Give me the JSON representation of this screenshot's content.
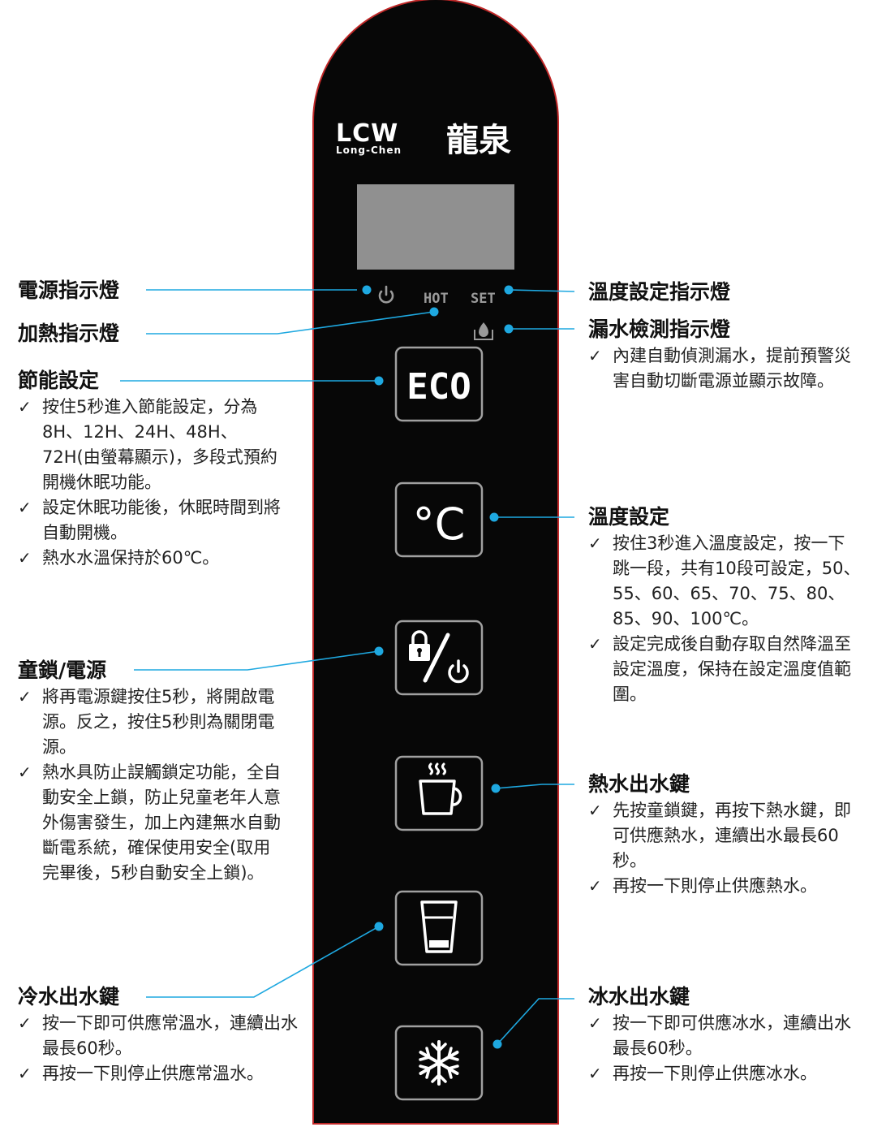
{
  "panel": {
    "brand_logo_text": "LCW",
    "brand_sub": "Long-Chen",
    "brand_cn": "龍泉",
    "indicator_hot": "HOT",
    "indicator_set": "SET",
    "eco_label": "ECO",
    "temp_label": "°C"
  },
  "colors": {
    "panel_bg": "#070707",
    "panel_border": "#c02828",
    "display": "#909090",
    "leader_line": "#1ea8e0",
    "logo_red": "#d7161e",
    "icon_color": "#e8e8e8",
    "indicator_gray": "#9a9a9a"
  },
  "icons": {
    "power": "power-icon",
    "leak": "water-drop-tray-icon",
    "lock_power": "lock-power-icon",
    "hot_cup": "steaming-cup-icon",
    "glass": "water-glass-icon",
    "ice": "snowflake-icon"
  },
  "callouts": {
    "power": {
      "title": "電源指示燈"
    },
    "heat": {
      "title": "加熱指示燈"
    },
    "eco": {
      "title": "節能設定",
      "items": [
        "按住5秒進入節能設定，分為8H、12H、24H、48H、72H(由螢幕顯示)，多段式預約開機休眠功能。",
        "設定休眠功能後，休眠時間到將自動開機。",
        "熱水水溫保持於60℃。"
      ]
    },
    "lock": {
      "title": "童鎖/電源",
      "items": [
        "將再電源鍵按住5秒，將開啟電源。反之，按住5秒則為關閉電源。",
        "熱水具防止誤觸鎖定功能，全自動安全上鎖，防止兒童老年人意外傷害發生，加上內建無水自動斷電系統，確保使用安全(取用完畢後，5秒自動安全上鎖)。"
      ]
    },
    "cold": {
      "title": "冷水出水鍵",
      "items": [
        "按一下即可供應常溫水，連續出水最長60秒。",
        "再按一下則停止供應常溫水。"
      ]
    },
    "temp_indicator": {
      "title": "溫度設定指示燈"
    },
    "leak": {
      "title": "漏水檢測指示燈",
      "items": [
        "內建自動偵測漏水，提前預警災害自動切斷電源並顯示故障。"
      ]
    },
    "temp_set": {
      "title": "溫度設定",
      "items": [
        "按住3秒進入溫度設定，按一下跳一段，共有10段可設定，50、55、60、65、70、75、80、85、90、100℃。",
        "設定完成後自動存取自然降溫至設定溫度，保持在設定溫度值範圍。"
      ]
    },
    "hot": {
      "title": "熱水出水鍵",
      "items": [
        "先按童鎖鍵，再按下熱水鍵，即可供應熱水，連續出水最長60秒。",
        "再按一下則停止供應熱水。"
      ]
    },
    "ice": {
      "title": "冰水出水鍵",
      "items": [
        "按一下即可供應冰水，連續出水最長60秒。",
        "再按一下則停止供應冰水。"
      ]
    }
  }
}
